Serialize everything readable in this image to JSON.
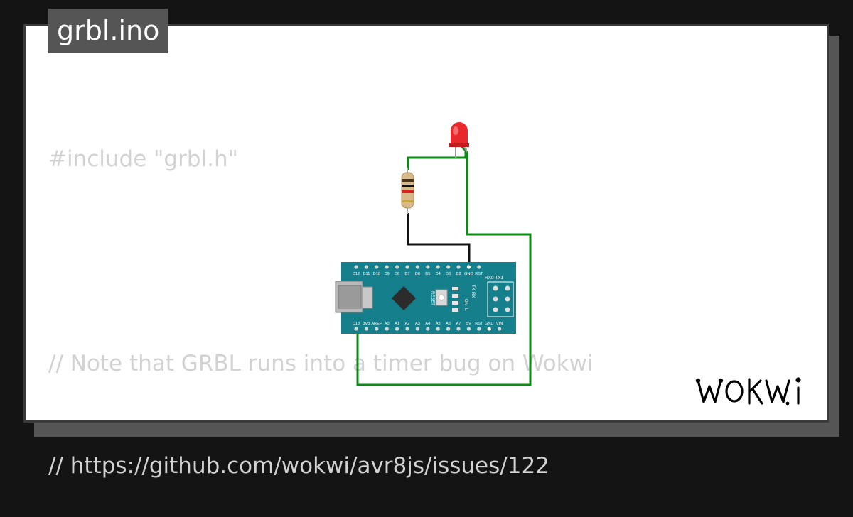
{
  "file": {
    "title": "grbl.ino"
  },
  "code_lines": [
    "#include \"grbl.h\"",
    "",
    "// Note that GRBL runs into a timer bug on Wokwi",
    "// https://github.com/wokwi/avr8js/issues/122"
  ],
  "board": {
    "top_pins": [
      "D12",
      "D11",
      "D10",
      "D9",
      "D8",
      "D7",
      "D6",
      "D5",
      "D4",
      "D3",
      "D2",
      "GND",
      "RST"
    ],
    "bottom_pins": [
      "D13",
      "3V3",
      "AREF",
      "A0",
      "A1",
      "A2",
      "A3",
      "A4",
      "A5",
      "A6",
      "A7",
      "5V",
      "RST",
      "GND",
      "VIN"
    ],
    "header_label": "RX0 TX1",
    "reset_label": "RESET",
    "led_labels": [
      "TX",
      "RX",
      "ON",
      "L"
    ],
    "color": "#167f8c"
  },
  "led": {
    "color": "#e8282b"
  },
  "wire_colors": {
    "green": "#098c12",
    "black": "#111111"
  },
  "logo": {
    "text": "WOKWi"
  }
}
